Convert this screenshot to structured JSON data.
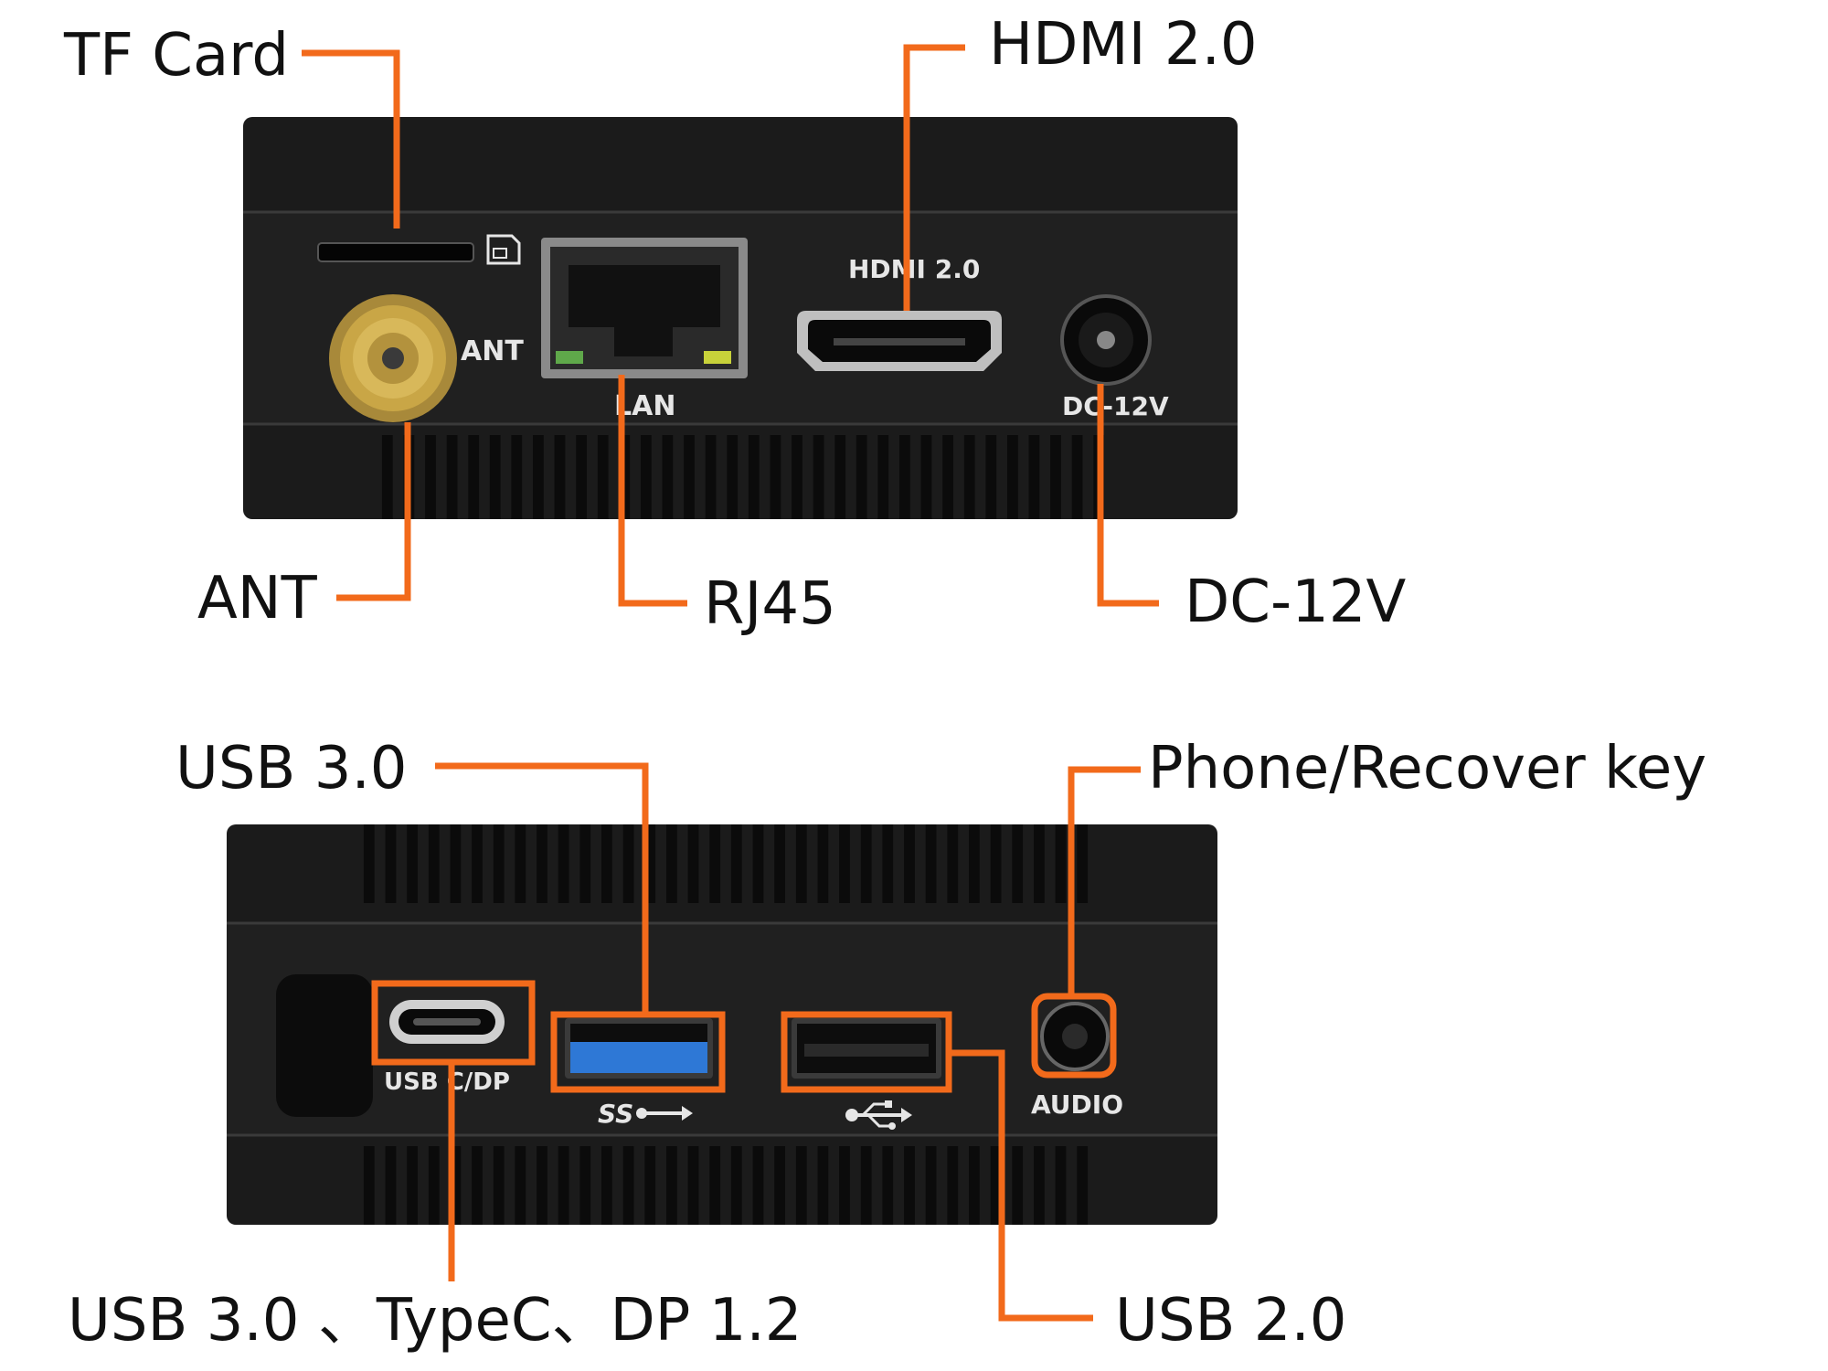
{
  "colors": {
    "accent": "#f26a1b",
    "body": "#1b1b1b",
    "fin": "#0b0b0b",
    "usb3_blue": "#2e78d6",
    "gold": "#c9a646"
  },
  "top_panel": {
    "callouts": {
      "tf_card": "TF Card",
      "hdmi": "HDMI 2.0",
      "ant": "ANT",
      "rj45": "RJ45",
      "dc": "DC-12V"
    },
    "silkscreen": {
      "ant": "ANT",
      "hdmi": "HDMI 2.0",
      "lan": "LAN",
      "dc": "DC-12V"
    },
    "icons": [
      "sd-card-icon"
    ]
  },
  "bottom_panel": {
    "callouts": {
      "usb3": "USB 3.0",
      "phone_recover": "Phone/Recover key",
      "typec": "USB 3.0 、TypeC、DP 1.2",
      "usb2": "USB 2.0"
    },
    "silkscreen": {
      "usbc_dp": "USB C/DP",
      "audio": "AUDIO"
    },
    "icons": [
      "superspeed-usb-icon",
      "usb-trident-icon"
    ]
  }
}
